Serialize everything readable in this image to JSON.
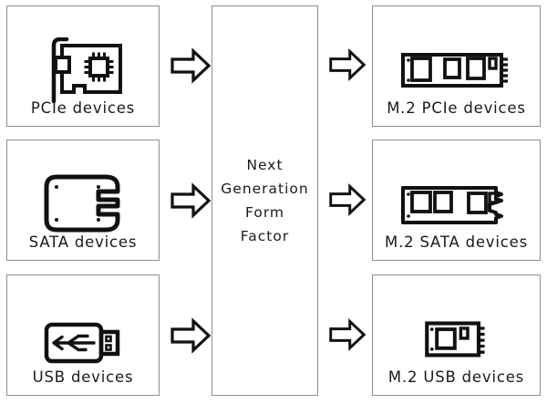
{
  "diagram": {
    "columns": {
      "left": [
        {
          "label": "PCIe devices",
          "icon": "pcie-expansion-card-icon"
        },
        {
          "label": "SATA devices",
          "icon": "sata-drive-icon"
        },
        {
          "label": "USB devices",
          "icon": "usb-flash-drive-icon"
        }
      ],
      "center": {
        "lines": [
          "Next",
          "Generation",
          "Form",
          "Factor"
        ]
      },
      "right": [
        {
          "label": "M.2 PCIe devices",
          "icon": "m2-pcie-module-icon"
        },
        {
          "label": "M.2 SATA devices",
          "icon": "m2-sata-module-icon"
        },
        {
          "label": "M.2 USB devices",
          "icon": "m2-usb-module-icon"
        }
      ]
    },
    "arrow_icon": "right-block-arrow-icon",
    "colors": {
      "line_art": "#111111",
      "box_border": "#8f8f8f",
      "background": "#ffffff",
      "text": "#1a1a1a"
    }
  }
}
